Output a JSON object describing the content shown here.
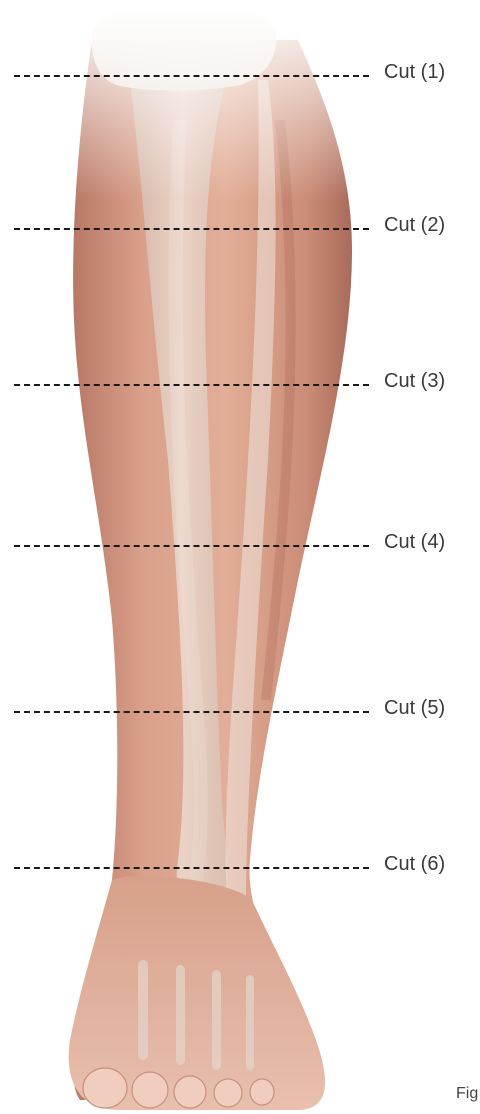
{
  "cuts": [
    {
      "label": "Cut (1)"
    },
    {
      "label": "Cut (2)"
    },
    {
      "label": "Cut (3)"
    },
    {
      "label": "Cut (4)"
    },
    {
      "label": "Cut (5)"
    },
    {
      "label": "Cut (6)"
    }
  ],
  "caption": "Fig",
  "colors": {
    "skin": "#d99f86",
    "skin_dark": "#b97a66",
    "bone": "#e7e0d8",
    "dashed_line": "#1a1a1a",
    "label_text": "#3a3a3a"
  }
}
